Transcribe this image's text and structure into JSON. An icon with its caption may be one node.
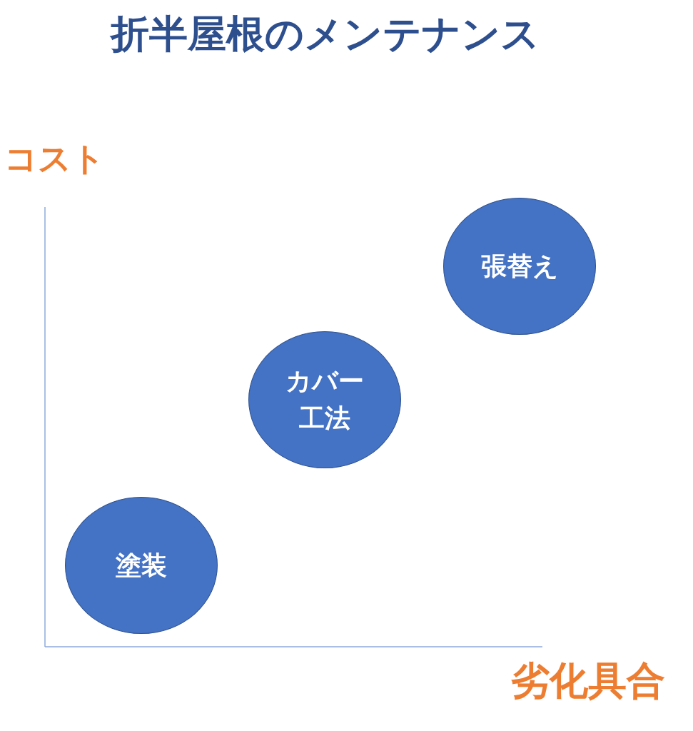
{
  "diagram": {
    "title": "折半屋根のメンテナンス",
    "nodes": [
      {
        "text": [
          "張替え"
        ]
      },
      {
        "text": [
          "カバー工法"
        ]
      },
      {
        "text": [
          "塗装"
        ]
      }
    ],
    "labels": [
      "コスト",
      "劣化具合"
    ]
  }
}
